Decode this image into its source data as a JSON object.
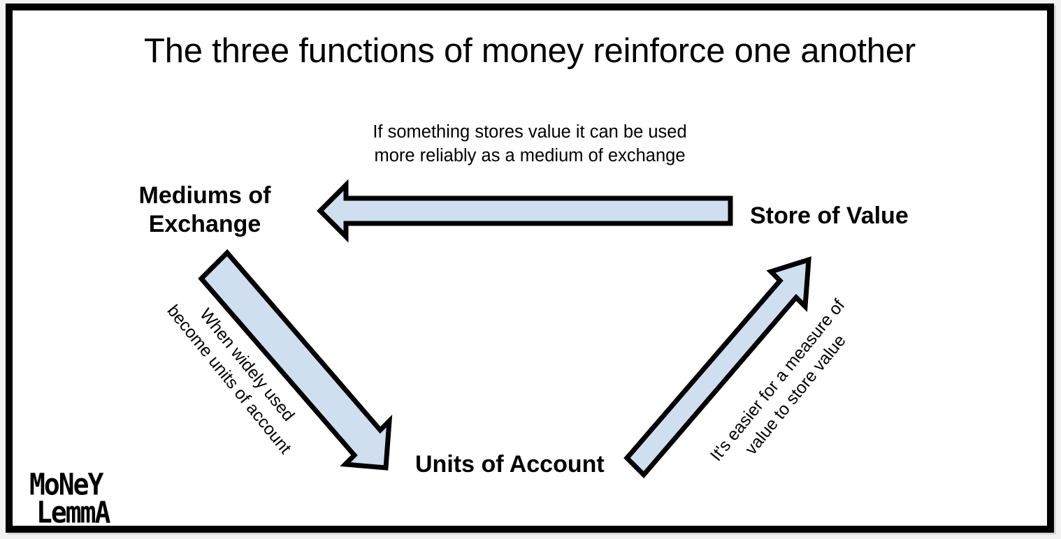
{
  "slide": {
    "title": "The three functions of money reinforce one another",
    "background_color": "#ffffff",
    "border_color": "#000000"
  },
  "nodes": [
    {
      "id": "mediums-of-exchange",
      "label": "Mediums of\nExchange"
    },
    {
      "id": "store-of-value",
      "label": "Store of Value"
    },
    {
      "id": "units-of-account",
      "label": "Units of Account"
    }
  ],
  "edges": [
    {
      "id": "store-to-mediums",
      "from": "Store of Value",
      "to": "Mediums of Exchange",
      "direction": "right-to-left",
      "label": "If something stores value it can be used\nmore reliably as a medium of exchange"
    },
    {
      "id": "mediums-to-units",
      "from": "Mediums of Exchange",
      "to": "Units of Account",
      "direction": "down-right",
      "label": "When widely used\nbecome units of account"
    },
    {
      "id": "units-to-store",
      "from": "Units of Account",
      "to": "Store of Value",
      "direction": "up-right",
      "label": "It's easier for a measure of\nvalue to store value"
    }
  ],
  "arrow_style": {
    "fill_color": "#cfdff0",
    "stroke_color": "#000000"
  },
  "logo": {
    "line1": "MoNeY",
    "line2": "LemmA"
  }
}
